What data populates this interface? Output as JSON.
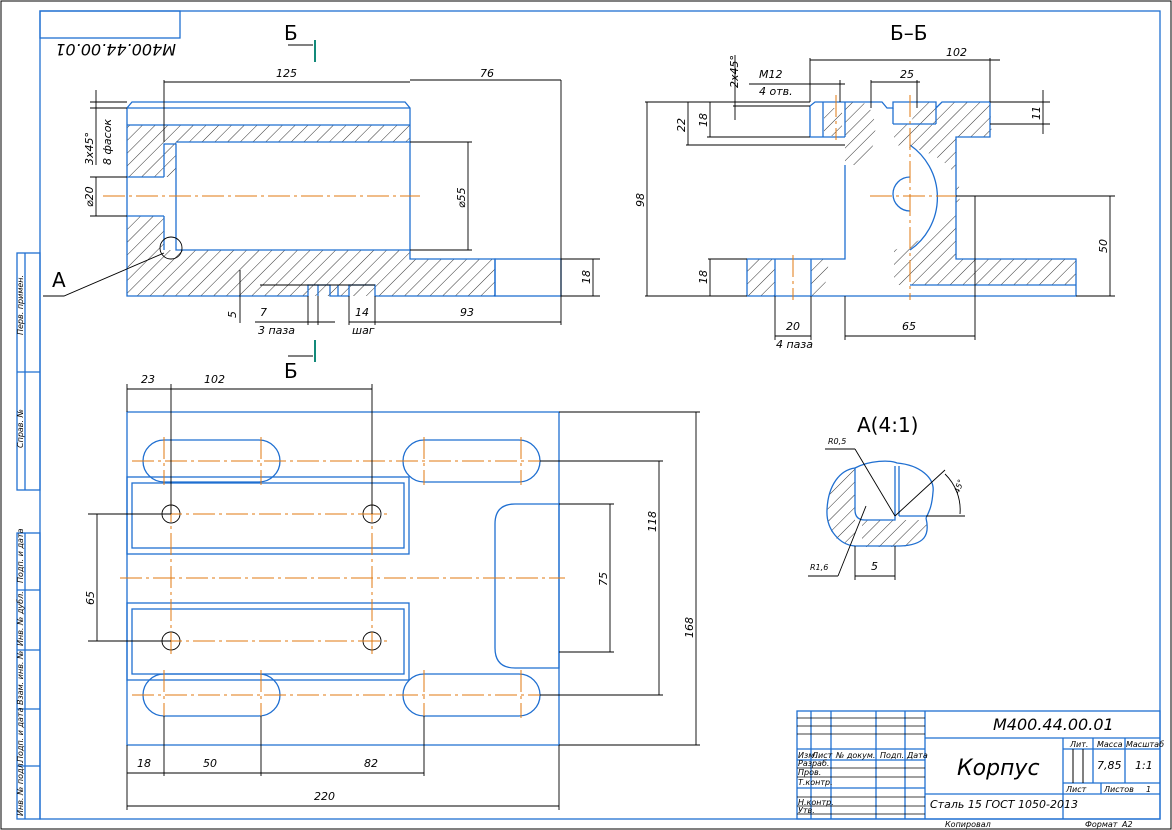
{
  "drawing": {
    "code": "М400.44.00.01",
    "code_mirrored": "М400.44.00.01",
    "part_name": "Корпус",
    "material": "Сталь 15 ГОСТ 1050-2013",
    "mass": "7,85",
    "scale": "1:1",
    "sheets_total": "1",
    "format_label": "Формат",
    "format": "А2",
    "copied_label": "Копировал"
  },
  "title_block": {
    "headers": {
      "lit": "Лит.",
      "mass": "Масса",
      "scale": "Масштаб",
      "sheet": "Лист",
      "sheets": "Листов"
    },
    "row_labels": {
      "izm": "Изм.",
      "list": "Лист",
      "doc": "№ докум.",
      "sign": "Подп.",
      "date": "Дата"
    },
    "roles": [
      "Разраб.",
      "Пров.",
      "Т.контр.",
      "",
      "Н.контр.",
      "Утв."
    ]
  },
  "side_stamp": [
    "Перв. примен.",
    "Справ. №",
    "Подп. и дата",
    "Инв. № дубл.",
    "Взам. инв. №",
    "Подп. и дата",
    "Инв. № подл."
  ],
  "views": {
    "section_marker": "Б",
    "section_title": "Б–Б",
    "detail_leader": "А",
    "detail_title": "А(4:1)"
  },
  "dimensions": {
    "front": {
      "d125": "125",
      "d76": "76",
      "chamfer": "3х45°",
      "chamfer_note": "8 фасок",
      "phi20": "⌀20",
      "phi55": "⌀55",
      "d18": "18",
      "d5": "5",
      "d7": "7",
      "slots3": "3 паза",
      "d14": "14",
      "step": "шаг",
      "d93": "93"
    },
    "section": {
      "d102": "102",
      "d25": "25",
      "m12": "М12",
      "holes4": "4 отв.",
      "chamfer2": "2х45°",
      "d22": "22",
      "d18top": "18",
      "d11": "11",
      "d98": "98",
      "d18bot": "18",
      "d50": "50",
      "d20": "20",
      "slots4": "4 паза",
      "d65": "65"
    },
    "plan": {
      "d23": "23",
      "d102": "102",
      "d65": "65",
      "d75": "75",
      "d118": "118",
      "d168": "168",
      "d18": "18",
      "d50": "50",
      "d82": "82",
      "d220": "220"
    },
    "detail": {
      "r05": "R0,5",
      "r16": "R1,6",
      "d5": "5",
      "angle": "45°"
    }
  }
}
